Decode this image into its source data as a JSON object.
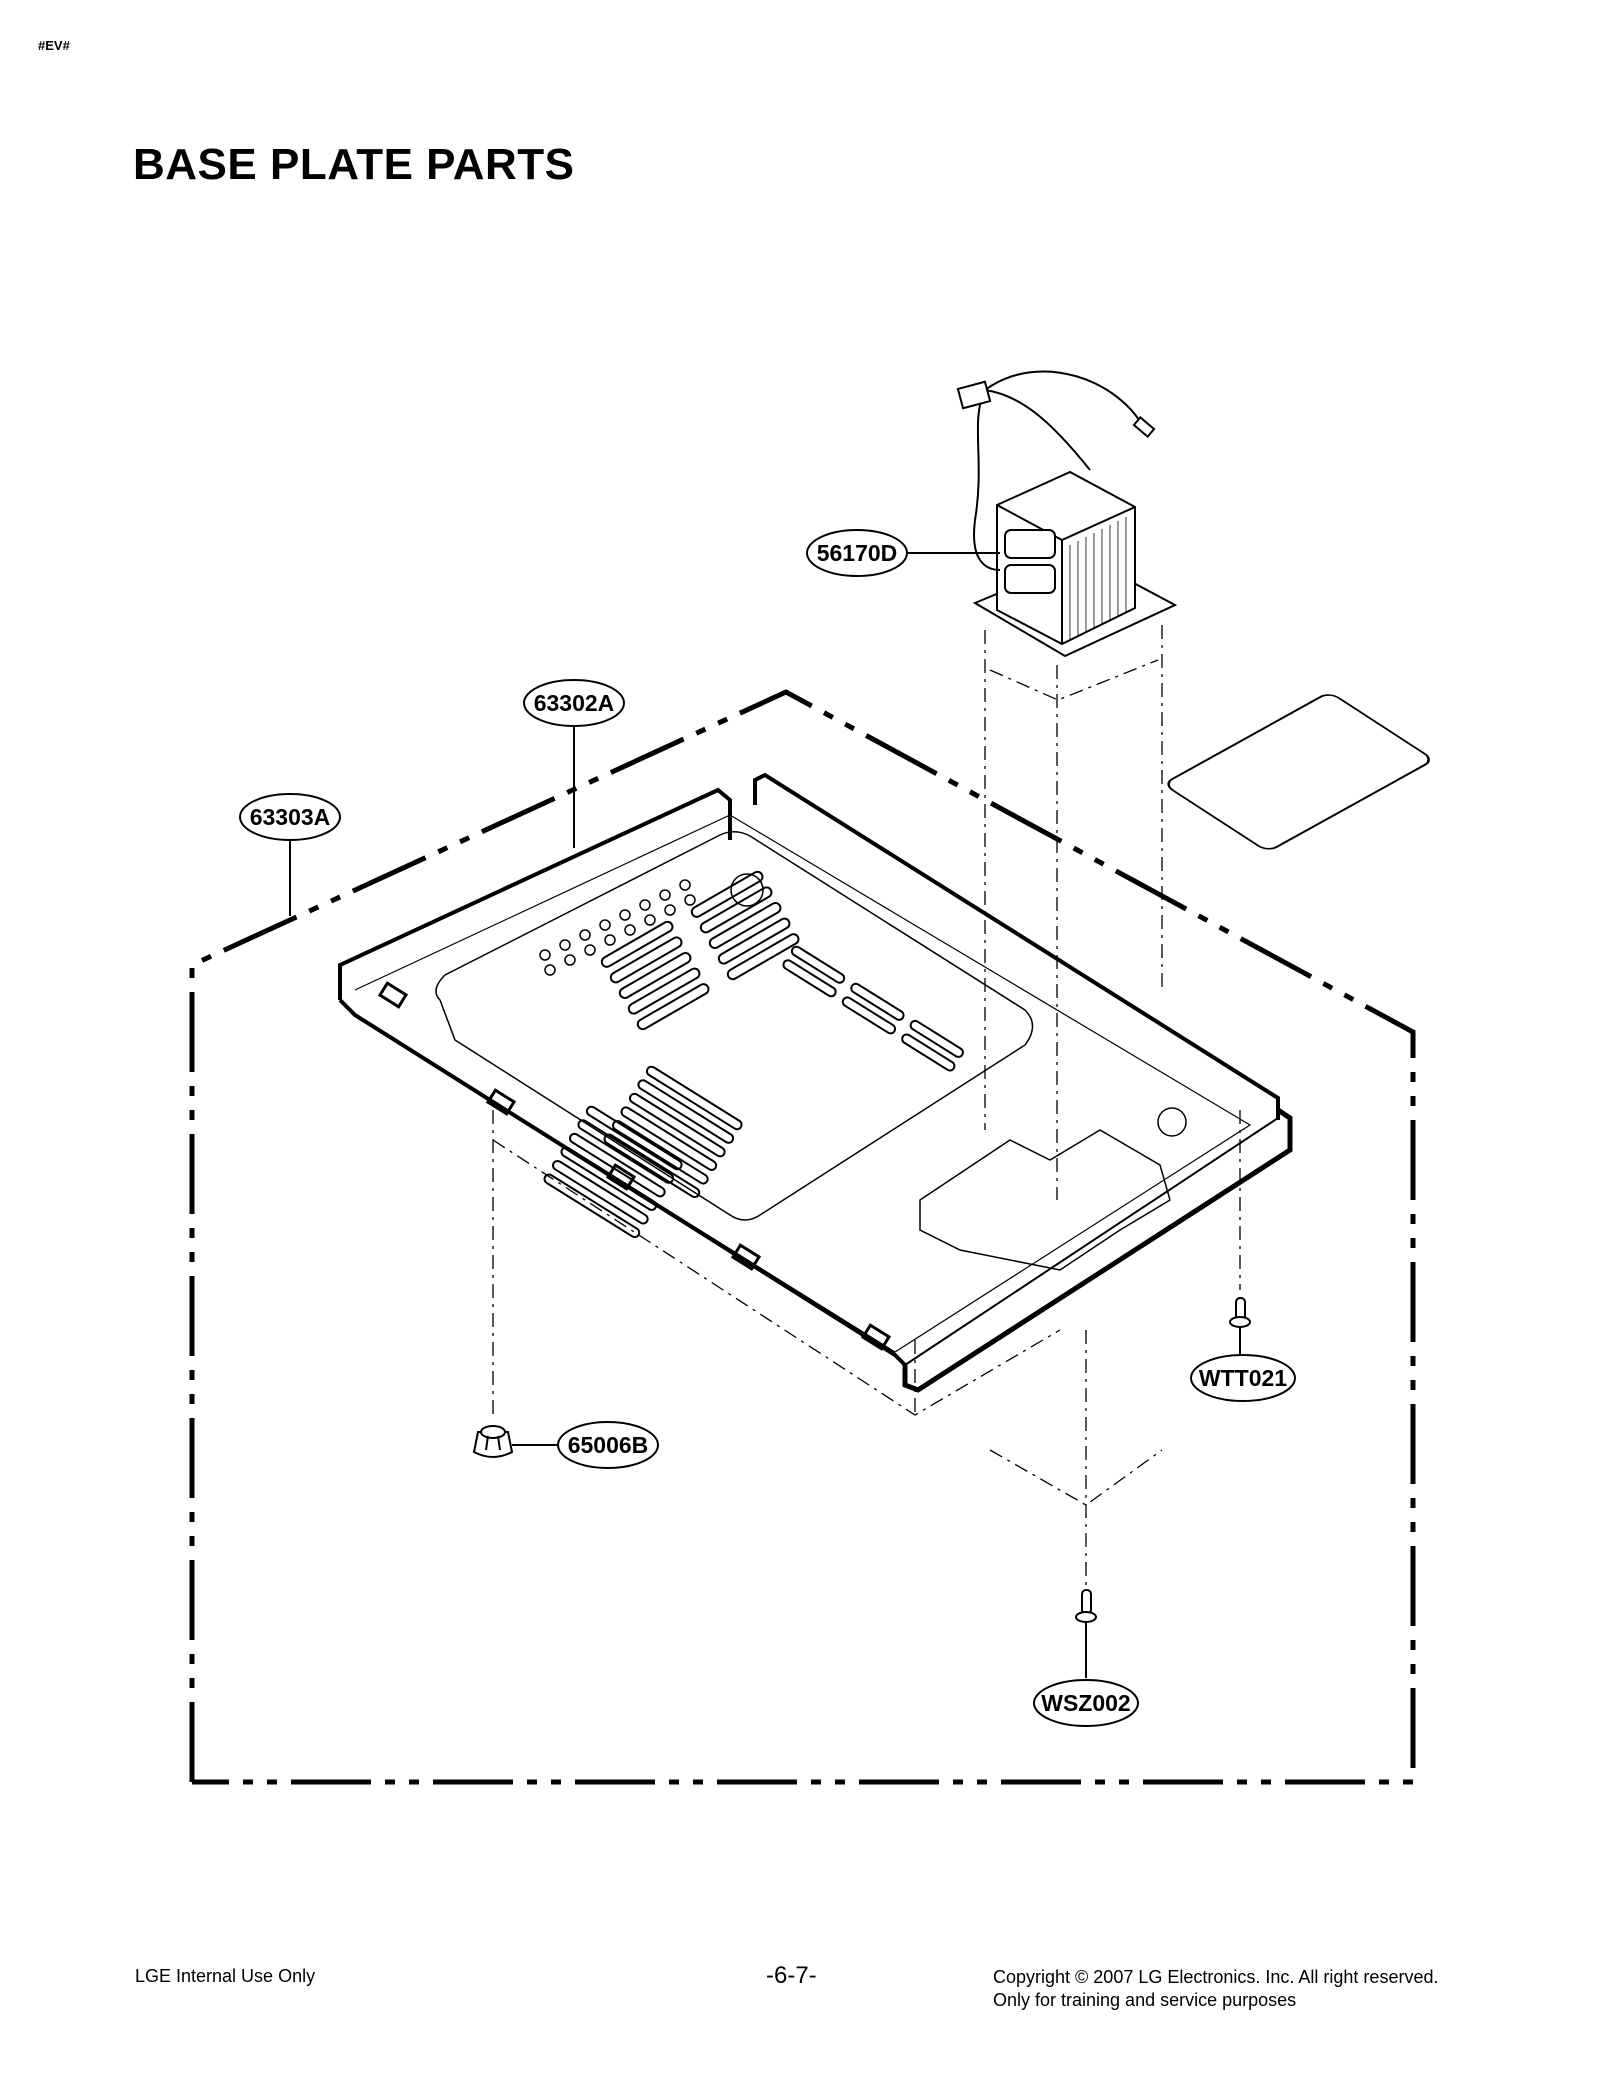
{
  "header": {
    "doc_code": "#EV#",
    "title": "BASE PLATE PARTS"
  },
  "diagram": {
    "description": "Exploded view of microwave base plate assembly",
    "callouts": [
      {
        "id": "56170D",
        "part": "transformer"
      },
      {
        "id": "63302A",
        "part": "base-plate"
      },
      {
        "id": "63303A",
        "part": "base-plate-assembly"
      },
      {
        "id": "65006B",
        "part": "foot"
      },
      {
        "id": "WTT021",
        "part": "screw"
      },
      {
        "id": "WSZ002",
        "part": "screw"
      }
    ]
  },
  "footer": {
    "left": "LGE Internal Use Only",
    "page": "-6-7-",
    "copyright_line1": "Copyright © 2007 LG Electronics. Inc. All right reserved.",
    "copyright_line2": "Only for training and service purposes"
  }
}
